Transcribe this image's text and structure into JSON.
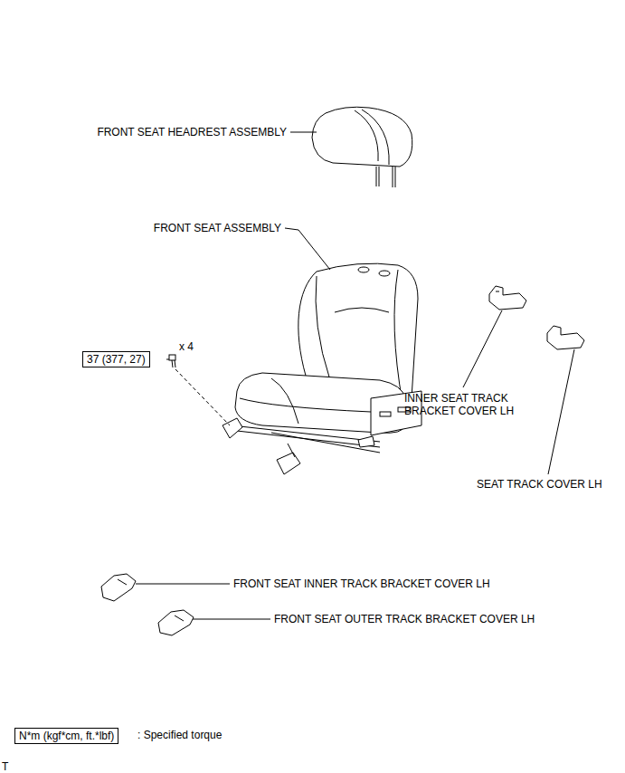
{
  "diagram": {
    "nodes": [
      {
        "text": [
          "37 (377, 27)"
        ]
      },
      {
        "text": [
          "N*m (kgf*cm, ft.*lbf)"
        ]
      }
    ],
    "labels": [
      "FRONT SEAT HEADREST ASSEMBLY",
      "FRONT SEAT ASSEMBLY",
      "x 4",
      "INNER SEAT TRACK BRACKET COVER LH",
      "SEAT TRACK COVER LH",
      "FRONT SEAT INNER TRACK BRACKET COVER LH",
      "FRONT SEAT OUTER TRACK BRACKET COVER LH",
      ": Specified torque",
      "T"
    ]
  }
}
